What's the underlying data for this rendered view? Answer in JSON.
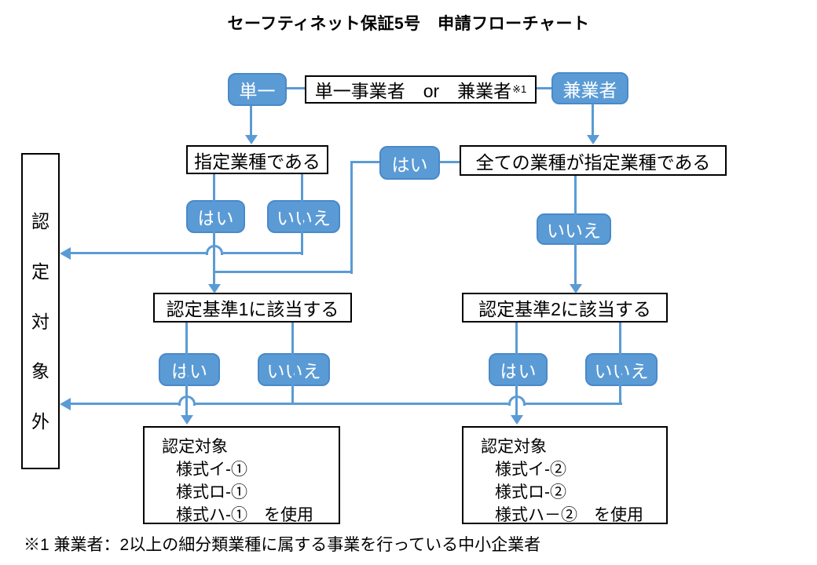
{
  "title": "セーフティネット保証5号　申請フローチャート",
  "footnote": "※1 兼業者：2以上の細分類業種に属する事業を行っている中小企業者",
  "labels": {
    "yes": "はい",
    "no": "いいえ"
  },
  "nodes": {
    "single": "単一",
    "multi": "兼業者",
    "top_condition": "単一事業者　or　兼業者",
    "top_condition_note_ref": "※1",
    "designated_industry": "指定業種である",
    "all_designated_industry": "全ての業種が指定業種である",
    "criteria1": "認定基準1に該当する",
    "criteria2": "認定基準2に該当する",
    "not_eligible_chars": [
      "認",
      "定",
      "対",
      "象",
      "外"
    ],
    "result1": {
      "lines": [
        "認定対象",
        "様式イ-①",
        "様式ロ-①",
        "様式ハ-①　を使用"
      ]
    },
    "result2": {
      "lines": [
        "認定対象",
        "様式イ-②",
        "様式ロ-②",
        "様式ハ－②　を使用"
      ]
    }
  },
  "colors": {
    "accent": "#5b9bd5",
    "accent_border": "#4a89c8",
    "box_border": "#000000"
  }
}
